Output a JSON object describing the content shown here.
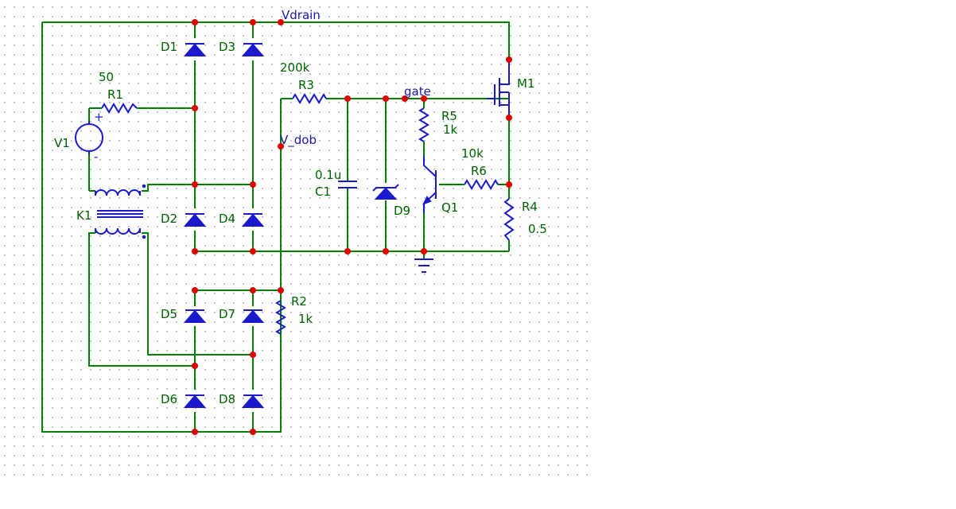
{
  "schematic": {
    "nets": {
      "vdrain": "Vdrain",
      "gate": "gate",
      "v_dob": "V_dob"
    },
    "components": {
      "D1": {
        "ref": "D1"
      },
      "D2": {
        "ref": "D2"
      },
      "D3": {
        "ref": "D3"
      },
      "D4": {
        "ref": "D4"
      },
      "D5": {
        "ref": "D5"
      },
      "D6": {
        "ref": "D6"
      },
      "D7": {
        "ref": "D7"
      },
      "D8": {
        "ref": "D8"
      },
      "D9": {
        "ref": "D9"
      },
      "R1": {
        "ref": "R1",
        "value": "50"
      },
      "R2": {
        "ref": "R2",
        "value": "1k"
      },
      "R3": {
        "ref": "R3",
        "value": "200k"
      },
      "R4": {
        "ref": "R4",
        "value": "0.5"
      },
      "R5": {
        "ref": "R5",
        "value": "1k"
      },
      "R6": {
        "ref": "R6",
        "value": "10k"
      },
      "C1": {
        "ref": "C1",
        "value": "0.1u"
      },
      "V1": {
        "ref": "V1",
        "plus": "+",
        "minus": "-"
      },
      "K1": {
        "ref": "K1"
      },
      "M1": {
        "ref": "M1"
      },
      "Q1": {
        "ref": "Q1"
      }
    },
    "colors": {
      "wire": "#008000",
      "symbol": "#1a1acc",
      "component_text": "#006400",
      "net_text": "#1a1aa6",
      "junction": "#e00000",
      "grid": "#b4b4b4"
    }
  }
}
